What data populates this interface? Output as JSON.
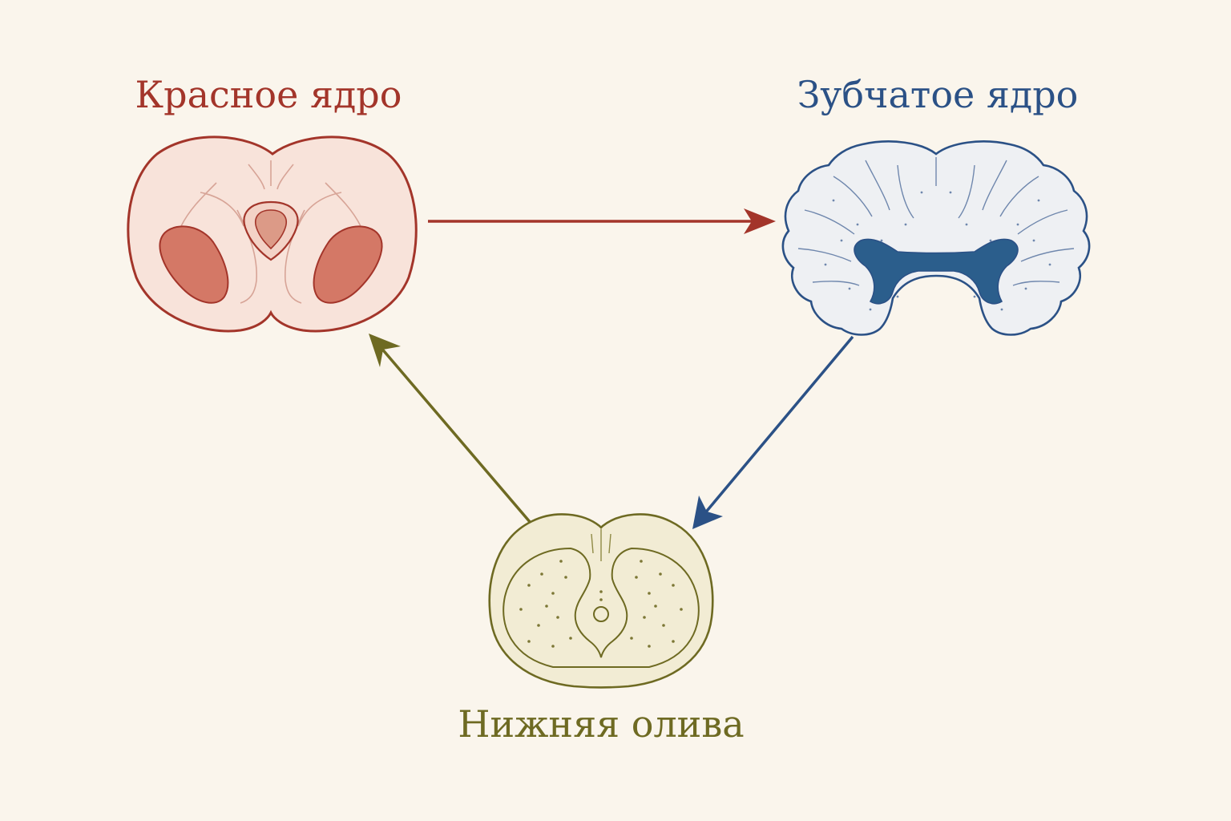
{
  "nodes": {
    "red_nucleus": {
      "label": "Красное ядро",
      "color": "#a3352a"
    },
    "dentate_nucleus": {
      "label": "Зубчатое ядро",
      "color": "#2b5186"
    },
    "inferior_olive": {
      "label": "Нижняя олива",
      "color": "#6e6a22"
    }
  },
  "edges": [
    {
      "from": "red_nucleus",
      "to": "dentate_nucleus",
      "color": "#a3352a"
    },
    {
      "from": "dentate_nucleus",
      "to": "inferior_olive",
      "color": "#2b5186"
    },
    {
      "from": "inferior_olive",
      "to": "red_nucleus",
      "color": "#6e6a22"
    }
  ],
  "background": "#faf5ec"
}
